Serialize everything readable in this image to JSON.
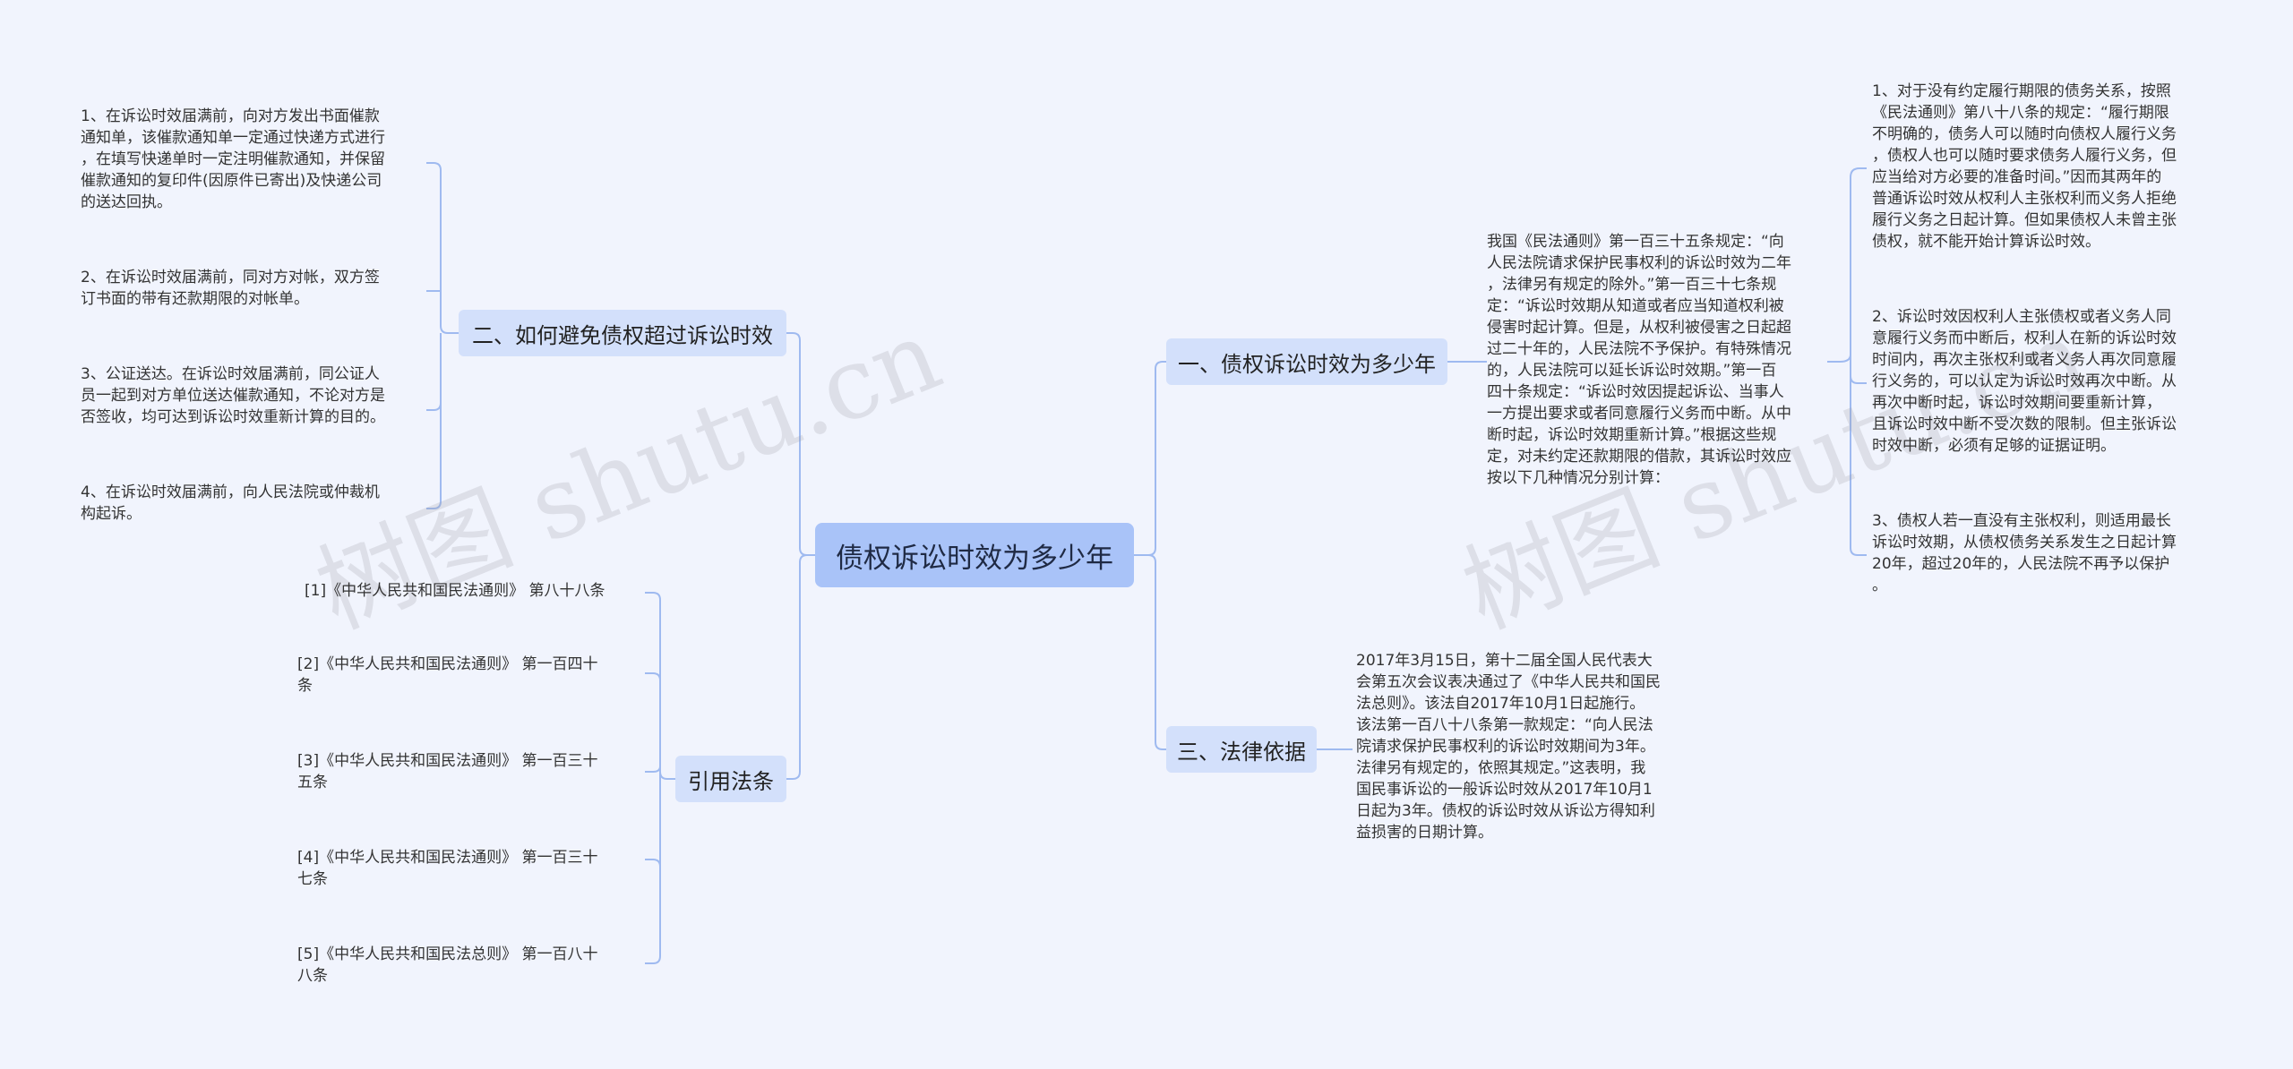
{
  "root": "债权诉讼时效为多少年",
  "branches": {
    "b1": "一、债权诉讼时效为多少年",
    "b2": "二、如何避免债权超过诉讼时效",
    "b3": "三、法律依据",
    "b4": "引用法条"
  },
  "b1_summary": "我国《民法通则》第一百三十五条规定：“向\n人民法院请求保护民事权利的诉讼时效为二年\n，法律另有规定的除外。”第一百三十七条规\n定：“诉讼时效期从知道或者应当知道权利被\n侵害时起计算。但是，从权利被侵害之日起超\n过二十年的，人民法院不予保护。有特殊情况\n的，人民法院可以延长诉讼时效期。”第一百\n四十条规定：“诉讼时效因提起诉讼、当事人\n一方提出要求或者同意履行义务而中断。从中\n断时起，诉讼时效期重新计算。”根据这些规\n定，对未约定还款期限的借款，其诉讼时效应\n按以下几种情况分别计算：",
  "b1_items": [
    "1、对于没有约定履行期限的债务关系，按照\n《民法通则》第八十八条的规定：“履行期限\n不明确的，债务人可以随时向债权人履行义务\n，债权人也可以随时要求债务人履行义务，但\n应当给对方必要的准备时间。”因而其两年的\n普通诉讼时效从权利人主张权利而义务人拒绝\n履行义务之日起计算。但如果债权人未曾主张\n债权，就不能开始计算诉讼时效。",
    "2、诉讼时效因权利人主张债权或者义务人同\n意履行义务而中断后，权利人在新的诉讼时效\n时间内，再次主张权利或者义务人再次同意履\n行义务的，可以认定为诉讼时效再次中断。从\n再次中断时起，诉讼时效期间要重新计算，\n且诉讼时效中断不受次数的限制。但主张诉讼\n时效中断，必须有足够的证据证明。",
    "3、债权人若一直没有主张权利，则适用最长\n诉讼时效期，从债权债务关系发生之日起计算\n20年，超过20年的，人民法院不再予以保护\n。"
  ],
  "b2_items": [
    "1、在诉讼时效届满前，向对方发出书面催款\n通知单，该催款通知单一定通过快递方式进行\n，在填写快递单时一定注明催款通知，并保留\n催款通知的复印件(因原件已寄出)及快递公司\n的送达回执。",
    "2、在诉讼时效届满前，同对方对帐，双方签\n订书面的带有还款期限的对帐单。",
    "3、公证送达。在诉讼时效届满前，同公证人\n员一起到对方单位送达催款通知，不论对方是\n否签收，均可达到诉讼时效重新计算的目的。",
    "4、在诉讼时效届满前，向人民法院或仲裁机\n构起诉。"
  ],
  "b3_text": "2017年3月15日，第十二届全国人民代表大\n会第五次会议表决通过了《中华人民共和国民\n法总则》。该法自2017年10月1日起施行。\n该法第一百八十八条第一款规定：“向人民法\n院请求保护民事权利的诉讼时效期间为3年。\n法律另有规定的，依照其规定。”这表明，我\n国民事诉讼的一般诉讼时效从2017年10月1\n日起为3年。债权的诉讼时效从诉讼方得知利\n益损害的日期计算。",
  "b4_items": [
    "[1]《中华人民共和国民法通则》 第八十八条",
    "[2]《中华人民共和国民法通则》 第一百四十\n条",
    "[3]《中华人民共和国民法通则》 第一百三十\n五条",
    "[4]《中华人民共和国民法通则》 第一百三十\n七条",
    "[5]《中华人民共和国民法总则》 第一百八十\n八条"
  ],
  "watermarks": [
    "树图 shutu.cn",
    "树图 shutu.cn"
  ],
  "colors": {
    "background": "#f1f4fd",
    "root": "#a9c3f8",
    "branch": "#d3e0fb",
    "connector": "#9fbaf0"
  }
}
